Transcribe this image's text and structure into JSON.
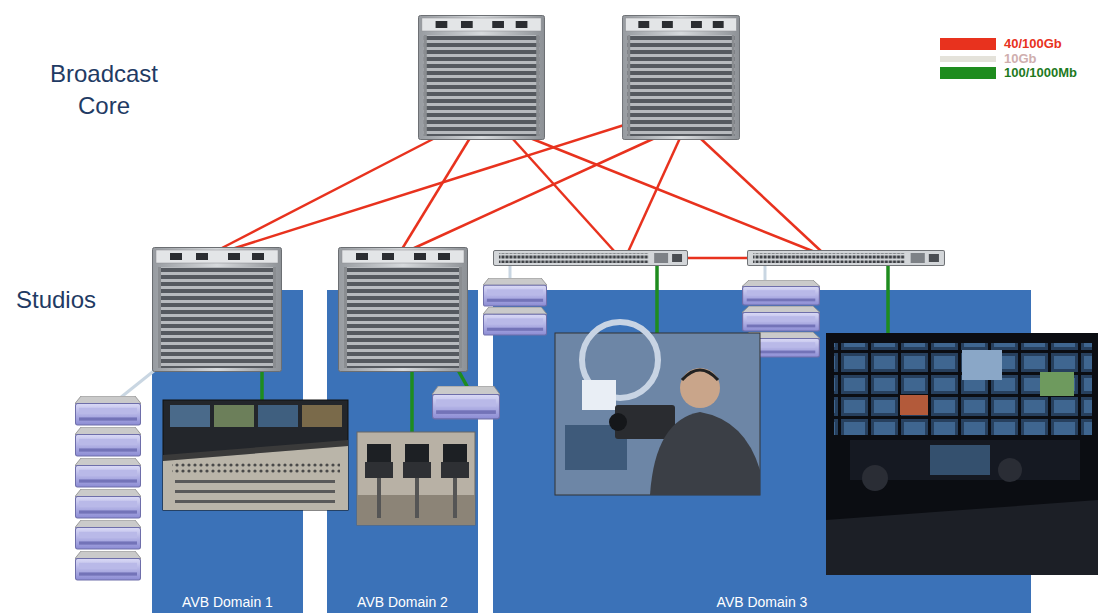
{
  "diagram": {
    "nodes": [
      {
        "text": [
          "AVB Domain 1"
        ]
      },
      {
        "text": [
          "AVB Domain 2"
        ]
      },
      {
        "text": [
          "AVB Domain 3"
        ]
      }
    ],
    "labels": [
      "Broadcast Core",
      "Studios"
    ],
    "legend": [
      {
        "text": "40/100Gb",
        "color": "#e8321e"
      },
      {
        "text": "10Gb",
        "color": "#e4e2da"
      },
      {
        "text": "100/1000Mb",
        "color": "#1e8c1e"
      }
    ]
  }
}
